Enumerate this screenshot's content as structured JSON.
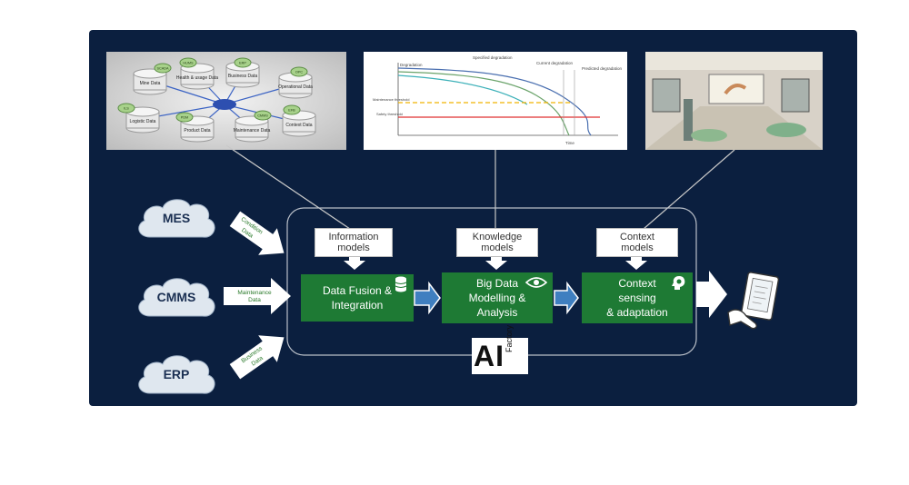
{
  "sources": {
    "mes": "MES",
    "cmms": "CMMS",
    "erp": "ERP"
  },
  "inputs": {
    "condition": [
      "Condition",
      "Data"
    ],
    "maintenance": [
      "Maintenance",
      "Data"
    ],
    "business": [
      "Business",
      "Data"
    ]
  },
  "models": {
    "information": [
      "Information",
      "models"
    ],
    "knowledge": [
      "Knowledge",
      "models"
    ],
    "context": [
      "Context",
      "models"
    ]
  },
  "stages": {
    "fusion": [
      "Data Fusion &",
      "Integration"
    ],
    "bigdata": [
      "Big Data",
      "Modelling &",
      "Analysis"
    ],
    "context": [
      "Context",
      "sensing",
      "& adaptation"
    ]
  },
  "brand": {
    "ai": "AI",
    "factory": "Factory"
  },
  "db_thumb": {
    "center_labels": [
      "Mine Data",
      "Health & usage Data",
      "Business Data",
      "Operational Data",
      "Logistic Data",
      "Product Data",
      "Maintenance Data",
      "Context Data"
    ],
    "tag_labels": [
      "SCADA",
      "HUMS",
      "ERP",
      "OPC",
      "ILS",
      "PDM",
      "CMMS",
      "EFB"
    ]
  },
  "chart_thumb": {
    "labels": [
      "Degradation",
      "Specified degradation",
      "Current degradation",
      "Predicted degradation",
      "Maintenance threshold",
      "Safety threshold",
      "Time"
    ]
  },
  "colors": {
    "panel": "#0b1f3f",
    "green": "#1e7a34",
    "cloud": "#dfe7ef",
    "arrow": "#ffffff"
  }
}
